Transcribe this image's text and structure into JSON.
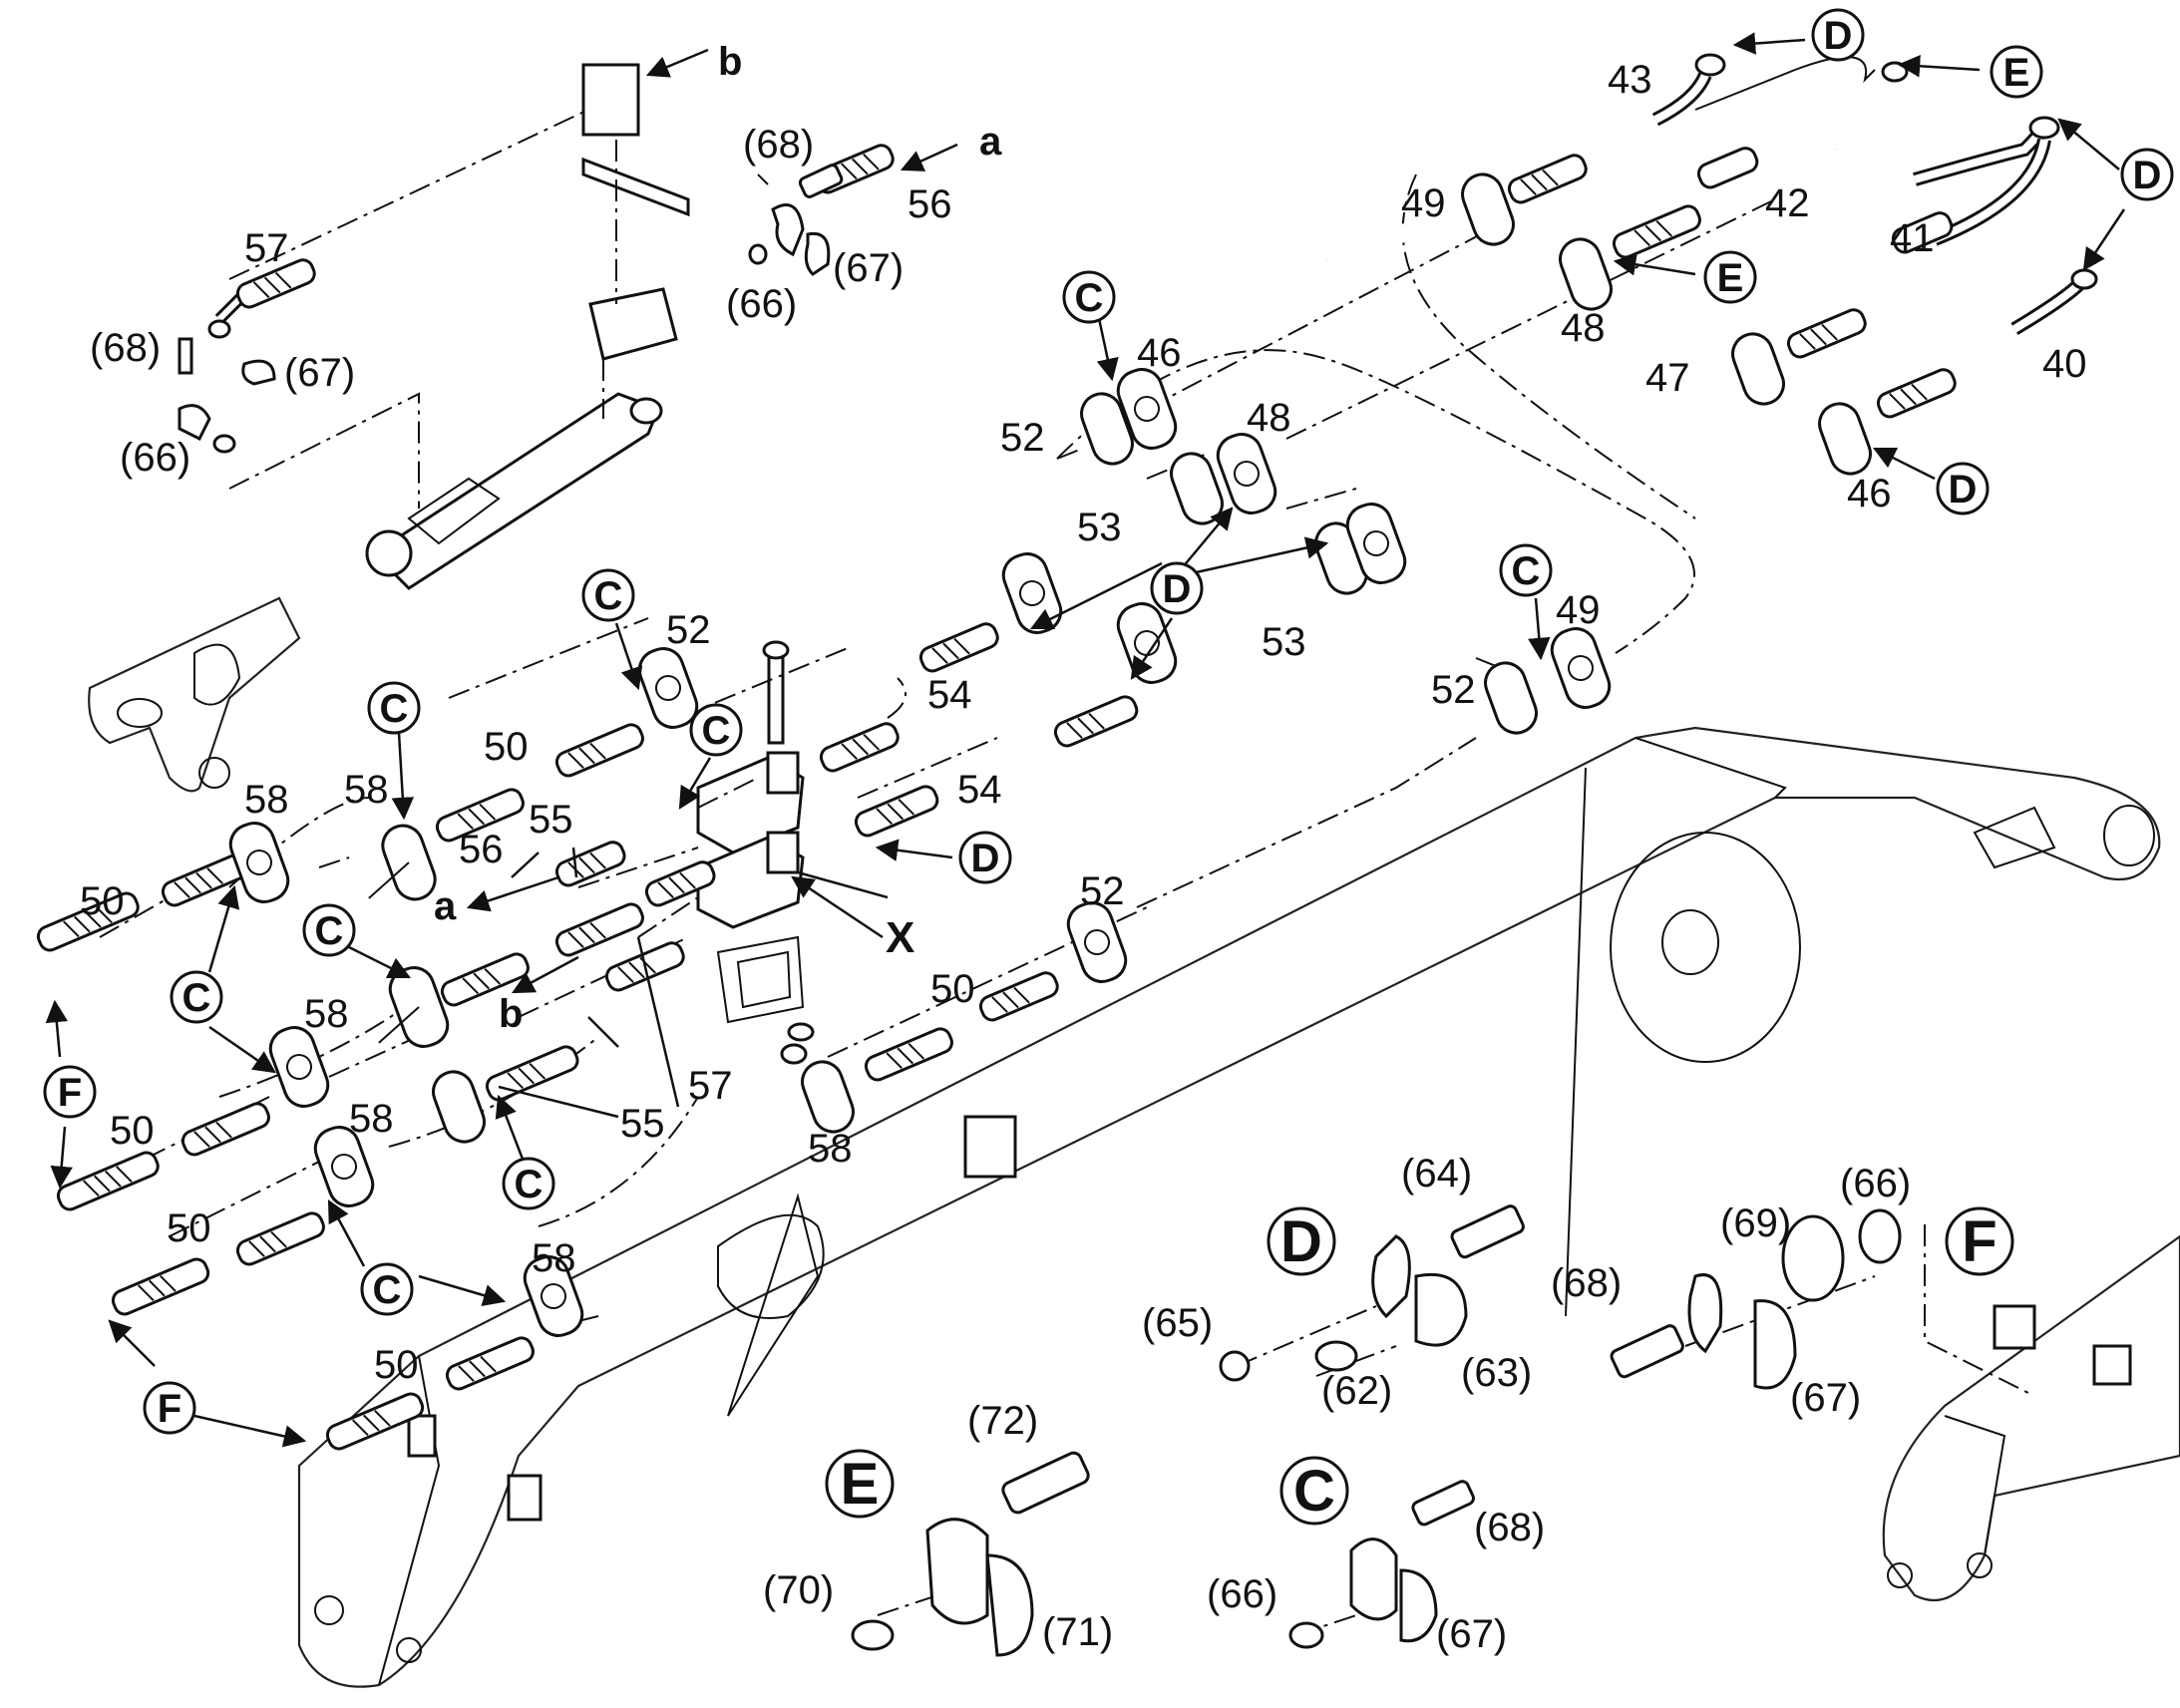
{
  "parts": {
    "p40": "40",
    "p41": "41",
    "p42": "42",
    "p43": "43",
    "p46a": "46",
    "p46b": "46",
    "p47": "47",
    "p48a": "48",
    "p48b": "48",
    "p49a": "49",
    "p49b": "49",
    "p50a": "50",
    "p50b": "50",
    "p50c": "50",
    "p50d": "50",
    "p50e": "50",
    "p50f": "50",
    "p52a": "52",
    "p52b": "52",
    "p52c": "52",
    "p52d": "52",
    "p53a": "53",
    "p53b": "53",
    "p54a": "54",
    "p54b": "54",
    "p55a": "55",
    "p55b": "55",
    "p56a": "56",
    "p56b": "56",
    "p57a": "57",
    "p57b": "57",
    "p58a": "58",
    "p58b": "58",
    "p58c": "58",
    "p58d": "58",
    "p58e": "58",
    "p58f": "58",
    "p62": "(62)",
    "p63": "(63)",
    "p64": "(64)",
    "p65": "(65)",
    "p66a": "(66)",
    "p66b": "(66)",
    "p66c": "(66)",
    "p66d": "(66)",
    "p67a": "(67)",
    "p67b": "(67)",
    "p67c": "(67)",
    "p67d": "(67)",
    "p68a": "(68)",
    "p68b": "(68)",
    "p68c": "(68)",
    "p68d": "(68)",
    "p69": "(69)",
    "p70": "(70)",
    "p71": "(71)",
    "p72": "(72)"
  },
  "refs": {
    "C": "C",
    "D": "D",
    "E": "E",
    "F": "F",
    "a": "a",
    "b": "b",
    "X": "X"
  }
}
